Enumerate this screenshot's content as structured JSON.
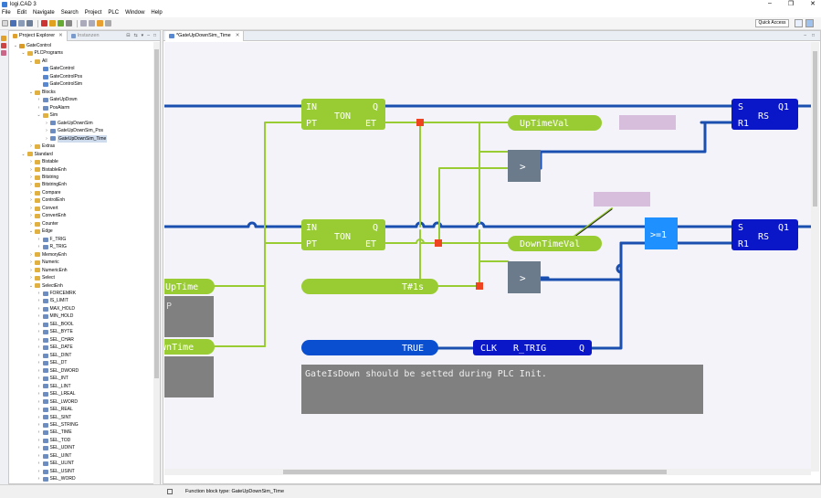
{
  "window": {
    "title": "logi.CAD 3",
    "minimize": "–",
    "maximize": "❐",
    "close": "✕"
  },
  "menu": [
    "File",
    "Edit",
    "Navigate",
    "Search",
    "Project",
    "PLC",
    "Window",
    "Help"
  ],
  "toolbar": {
    "quick_access": "Quick Access"
  },
  "explorer": {
    "tabs": [
      {
        "label": "Project Explorer",
        "active": true
      },
      {
        "label": "Instanzen",
        "active": false
      }
    ],
    "tree": [
      {
        "label": "GateControl",
        "depth": 0,
        "expanded": true,
        "kind": "project"
      },
      {
        "label": "PLCPrograms",
        "depth": 1,
        "expanded": true,
        "kind": "folder"
      },
      {
        "label": "All",
        "depth": 2,
        "expanded": true,
        "kind": "folder"
      },
      {
        "label": "GateControl",
        "depth": 3,
        "kind": "file"
      },
      {
        "label": "GateControlPos",
        "depth": 3,
        "kind": "file"
      },
      {
        "label": "GateControlSim",
        "depth": 3,
        "kind": "file"
      },
      {
        "label": "Blocks",
        "depth": 2,
        "expanded": true,
        "kind": "folder"
      },
      {
        "label": "GateUpDown",
        "depth": 3,
        "collapsed": true,
        "kind": "fb"
      },
      {
        "label": "PosAlarm",
        "depth": 3,
        "collapsed": true,
        "kind": "fb"
      },
      {
        "label": "Sim",
        "depth": 3,
        "expanded": true,
        "kind": "folder"
      },
      {
        "label": "GateUpDownSim",
        "depth": 4,
        "collapsed": true,
        "kind": "fb"
      },
      {
        "label": "GateUpDownSim_Pos",
        "depth": 4,
        "collapsed": true,
        "kind": "fb"
      },
      {
        "label": "GateUpDownSim_Time",
        "depth": 4,
        "collapsed": true,
        "kind": "fb",
        "selected": true
      },
      {
        "label": "Extras",
        "depth": 2,
        "collapsed": true,
        "kind": "folder"
      },
      {
        "label": "Standard",
        "depth": 1,
        "expanded": true,
        "kind": "folder"
      },
      {
        "label": "Bistable",
        "depth": 2,
        "collapsed": true,
        "kind": "folder"
      },
      {
        "label": "BistableEnh",
        "depth": 2,
        "collapsed": true,
        "kind": "folder"
      },
      {
        "label": "Bitstring",
        "depth": 2,
        "collapsed": true,
        "kind": "folder"
      },
      {
        "label": "BitstringEnh",
        "depth": 2,
        "collapsed": true,
        "kind": "folder"
      },
      {
        "label": "Compare",
        "depth": 2,
        "collapsed": true,
        "kind": "folder"
      },
      {
        "label": "ControlEnh",
        "depth": 2,
        "collapsed": true,
        "kind": "folder"
      },
      {
        "label": "Convert",
        "depth": 2,
        "collapsed": true,
        "kind": "folder"
      },
      {
        "label": "ConvertEnh",
        "depth": 2,
        "collapsed": true,
        "kind": "folder"
      },
      {
        "label": "Counter",
        "depth": 2,
        "collapsed": true,
        "kind": "folder"
      },
      {
        "label": "Edge",
        "depth": 2,
        "expanded": true,
        "kind": "folder"
      },
      {
        "label": "F_TRIG",
        "depth": 3,
        "collapsed": true,
        "kind": "fb"
      },
      {
        "label": "R_TRIG",
        "depth": 3,
        "collapsed": true,
        "kind": "fb"
      },
      {
        "label": "MemoryEnh",
        "depth": 2,
        "collapsed": true,
        "kind": "folder"
      },
      {
        "label": "Numeric",
        "depth": 2,
        "collapsed": true,
        "kind": "folder"
      },
      {
        "label": "NumericEnh",
        "depth": 2,
        "collapsed": true,
        "kind": "folder"
      },
      {
        "label": "Select",
        "depth": 2,
        "collapsed": true,
        "kind": "folder"
      },
      {
        "label": "SelectEnh",
        "depth": 2,
        "expanded": true,
        "kind": "folder"
      },
      {
        "label": "FORCEMRK",
        "depth": 3,
        "collapsed": true,
        "kind": "fb"
      },
      {
        "label": "IS_LIMIT",
        "depth": 3,
        "collapsed": true,
        "kind": "fb"
      },
      {
        "label": "MAX_HOLD",
        "depth": 3,
        "collapsed": true,
        "kind": "fb"
      },
      {
        "label": "MIN_HOLD",
        "depth": 3,
        "collapsed": true,
        "kind": "fb"
      },
      {
        "label": "SEL_BOOL",
        "depth": 3,
        "collapsed": true,
        "kind": "fb"
      },
      {
        "label": "SEL_BYTE",
        "depth": 3,
        "collapsed": true,
        "kind": "fb"
      },
      {
        "label": "SEL_CHAR",
        "depth": 3,
        "collapsed": true,
        "kind": "fb"
      },
      {
        "label": "SEL_DATE",
        "depth": 3,
        "collapsed": true,
        "kind": "fb"
      },
      {
        "label": "SEL_DINT",
        "depth": 3,
        "collapsed": true,
        "kind": "fb"
      },
      {
        "label": "SEL_DT",
        "depth": 3,
        "collapsed": true,
        "kind": "fb"
      },
      {
        "label": "SEL_DWORD",
        "depth": 3,
        "collapsed": true,
        "kind": "fb"
      },
      {
        "label": "SEL_INT",
        "depth": 3,
        "collapsed": true,
        "kind": "fb"
      },
      {
        "label": "SEL_LINT",
        "depth": 3,
        "collapsed": true,
        "kind": "fb"
      },
      {
        "label": "SEL_LREAL",
        "depth": 3,
        "collapsed": true,
        "kind": "fb"
      },
      {
        "label": "SEL_LWORD",
        "depth": 3,
        "collapsed": true,
        "kind": "fb"
      },
      {
        "label": "SEL_REAL",
        "depth": 3,
        "collapsed": true,
        "kind": "fb"
      },
      {
        "label": "SEL_SINT",
        "depth": 3,
        "collapsed": true,
        "kind": "fb"
      },
      {
        "label": "SEL_STRING",
        "depth": 3,
        "collapsed": true,
        "kind": "fb"
      },
      {
        "label": "SEL_TIME",
        "depth": 3,
        "collapsed": true,
        "kind": "fb"
      },
      {
        "label": "SEL_TOD",
        "depth": 3,
        "collapsed": true,
        "kind": "fb"
      },
      {
        "label": "SEL_UDINT",
        "depth": 3,
        "collapsed": true,
        "kind": "fb"
      },
      {
        "label": "SEL_UINT",
        "depth": 3,
        "collapsed": true,
        "kind": "fb"
      },
      {
        "label": "SEL_ULINT",
        "depth": 3,
        "collapsed": true,
        "kind": "fb"
      },
      {
        "label": "SEL_USINT",
        "depth": 3,
        "collapsed": true,
        "kind": "fb"
      },
      {
        "label": "SEL_WORD",
        "depth": 3,
        "collapsed": true,
        "kind": "fb"
      }
    ]
  },
  "editor": {
    "tab_label": "*GateUpDownSim_Time",
    "tab_close": "✕",
    "diagram": {
      "ton1": {
        "title": "TON",
        "in1": "IN",
        "in2": "PT",
        "out1": "Q",
        "out2": "ET"
      },
      "ton2": {
        "title": "TON",
        "in1": "IN",
        "in2": "PT",
        "out1": "Q",
        "out2": "ET"
      },
      "rs1": {
        "title": "RS",
        "in1": "S",
        "in2": "R1",
        "out1": "Q1"
      },
      "rs2": {
        "title": "RS",
        "in1": "S",
        "in2": "R1",
        "out1": "Q1"
      },
      "gt1": {
        "label": ">"
      },
      "gt2": {
        "label": ">"
      },
      "or1": {
        "label": ">=1"
      },
      "rtrig": {
        "title": "R_TRIG",
        "in1": "CLK",
        "out1": "Q"
      },
      "var_uptimeval": "UpTimeVal",
      "var_downtimeval": "DownTimeVal",
      "var_t1s": "T#1s",
      "var_true": "TRUE",
      "var_uptime": "UpTime",
      "var_downtime": "DownTime",
      "comment1": "P",
      "comment_main": "GateIsDown should be setted during PLC Init."
    }
  },
  "status": {
    "text": "Function block type:  GateUpDownSim_Time"
  },
  "colors": {
    "fb_green": "#99cc33",
    "wire_blue": "#1a4fb0",
    "fb_dark_blue": "#0a17c9",
    "or_blue": "#1e90ff",
    "compare_gray": "#6b7b8c",
    "comment_gray": "#808080",
    "junction": "#ee4422",
    "placeholder_pink": "#d8bedd"
  }
}
